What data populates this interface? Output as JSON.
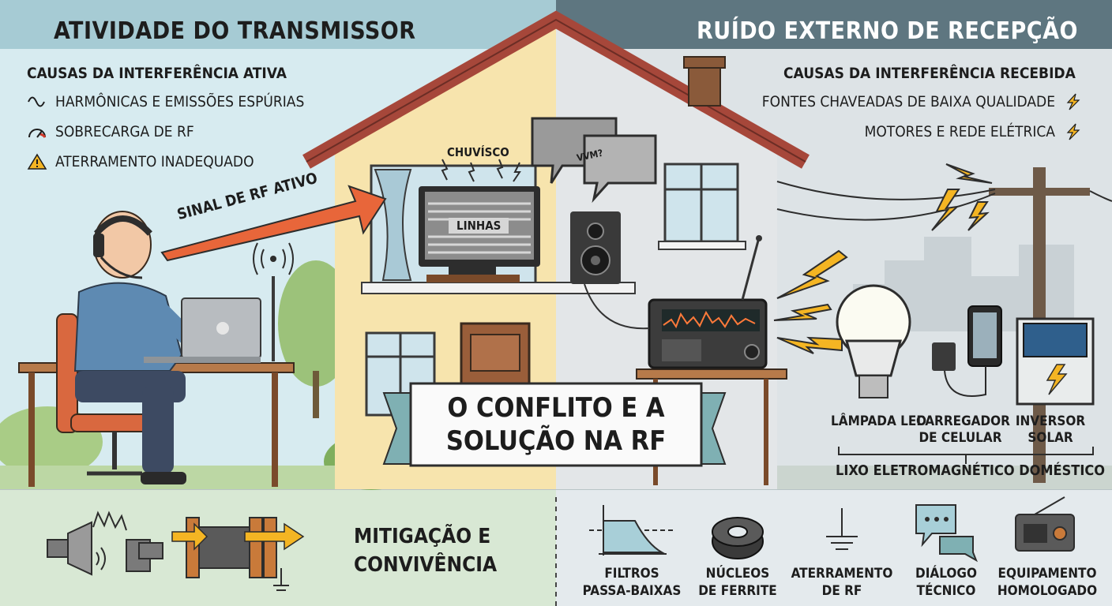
{
  "left_panel": {
    "header": "ATIVIDADE DO TRANSMISSOR",
    "causes_title": "CAUSAS DA INTERFERÊNCIA ATIVA",
    "causes": [
      {
        "label": "HARMÔNICAS E EMISSÕES ESPÚRIAS",
        "icon": "sine-wave-icon"
      },
      {
        "label": "SOBRECARGA DE RF",
        "icon": "gauge-icon"
      },
      {
        "label": "ATERRAMENTO INADEQUADO",
        "icon": "warning-icon"
      }
    ],
    "signal_label": "SINAL DE RF ATIVO"
  },
  "right_panel": {
    "header": "RUÍDO EXTERNO DE RECEPÇÃO",
    "causes_title": "CAUSAS DA INTERFERÊNCIA RECEBIDA",
    "causes": [
      {
        "label": "FONTES CHAVEADAS DE BAIXA QUALIDADE",
        "icon": "lightning-icon"
      },
      {
        "label": "MOTORES E REDE ELÉTRICA",
        "icon": "lightning-icon"
      }
    ],
    "appliances": [
      "LÂMPADA LED",
      "CARREGADOR DE CELULAR",
      "INVERSOR SOLAR"
    ],
    "appliances_caption": "LIXO ELETROMAGNÉTICO DOMÉSTICO"
  },
  "house": {
    "tv_text": "LINHAS",
    "noise_text": "CHUVÍSCO",
    "speech_text": "VVM?"
  },
  "banner": {
    "line1": "O CONFLITO E A",
    "line2": "SOLUÇÃO NA RF"
  },
  "mitigation": {
    "title_line1": "MITIGAÇÃO E",
    "title_line2": "CONVIVÊNCIA",
    "items": [
      {
        "line1": "FILTROS",
        "line2": "PASSA-BAIXAS",
        "icon": "low-pass-filter-icon"
      },
      {
        "line1": "NÚCLEOS",
        "line2": "DE FERRITE",
        "icon": "ferrite-core-icon"
      },
      {
        "line1": "ATERRAMENTO",
        "line2": "DE RF",
        "icon": "ground-icon"
      },
      {
        "line1": "DIÁLOGO",
        "line2": "TÉCNICO",
        "icon": "chat-bubbles-icon"
      },
      {
        "line1": "EQUIPAMENTO",
        "line2": "HOMOLOGADO",
        "icon": "radio-icon"
      }
    ]
  },
  "colors": {
    "left_bg": "#d7ebf0",
    "right_bg": "#dde3e6",
    "header_left_bg": "#a6cbd4",
    "header_right_bg": "#5e7680",
    "bottom_left_bg": "#d8e8d4",
    "bottom_right_bg": "#e4eaed",
    "arrow_orange": "#e8663a",
    "bolt_yellow": "#f4b523",
    "roof": "#a6473a",
    "wall_left": "#f7e4ad",
    "wall_right": "#e3e6e8"
  }
}
